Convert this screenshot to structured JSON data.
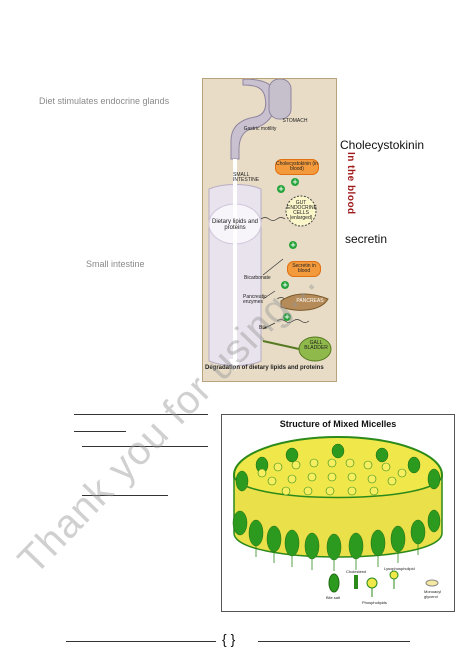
{
  "captions": {
    "diet": "Diet stimulates endocrine glands",
    "small_intestine": "Small intestine"
  },
  "annotations": {
    "cholecystokinin": "Cholecystokinin",
    "in_the_blood": "In the blood",
    "secretin": "secretin"
  },
  "figure1": {
    "labels": {
      "stomach": "STOMACH",
      "gastric_motility": "Gastric motility",
      "cck_blood": "Cholecystokinin (in blood)",
      "small_intestine": "SMALL INTESTINE",
      "dietary_lipids": "Dietary lipids and proteins",
      "gut_endocrine": "GUT ENDOCRINE CELLS (enlarged)",
      "secretin_blood": "Secretin in blood",
      "bicarbonate": "Bicarbonate",
      "pancreatic_enzymes": "Pancreatic enzymes",
      "pancreas": "PANCREAS",
      "bile": "Bile",
      "gall_bladder": "GALL BLADDER",
      "degradation": "Degradation of dietary lipids and proteins"
    }
  },
  "figure2": {
    "title": "Structure of Mixed Micelles",
    "legend": {
      "cholesterol": "Cholesterol",
      "lysophospholipid": "Lysophospholipid",
      "bile_salt": "Bile salt",
      "phospholipids": "Phospholipids",
      "monoacylglycerol": "Monoacyl glycerol"
    }
  },
  "watermark": "Thank you for using...",
  "footer": {
    "brace": "{    }"
  },
  "colors": {
    "orange": "#f39a3c",
    "green": "#27a33b",
    "micelle_green": "#2c8a1a",
    "micelle_yellow": "#f0e84a"
  }
}
